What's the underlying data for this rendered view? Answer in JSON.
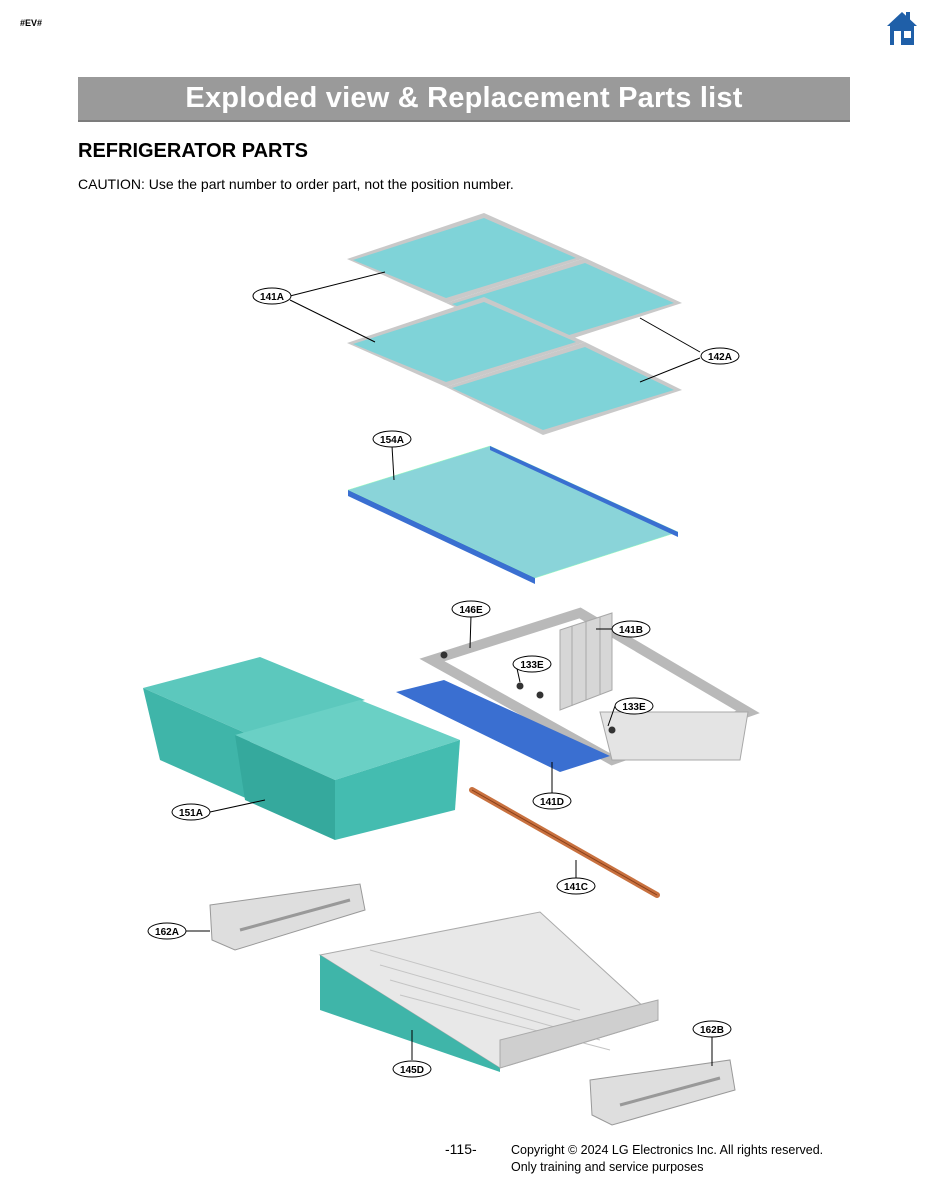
{
  "header": {
    "tag": "#EV#",
    "home_icon": "home-icon",
    "accent": "#1f5fa8"
  },
  "banner": {
    "title": "Exploded view & Replacement Parts list",
    "bg": "#9a9a9a"
  },
  "section_title": "REFRIGERATOR PARTS",
  "caution": "CAUTION: Use the part number to order part, not the position number.",
  "callouts": {
    "c141A": "141A",
    "c142A": "142A",
    "c154A": "154A",
    "c146E": "146E",
    "c141B": "141B",
    "c133E_1": "133E",
    "c133E_2": "133E",
    "c151A": "151A",
    "c141D": "141D",
    "c141C": "141C",
    "c162A": "162A",
    "c162B": "162B",
    "c145D": "145D"
  },
  "colors": {
    "glass": "#7fd3d8",
    "frame": "#c9c9c9",
    "crisper": "#3fb5a9",
    "cover": "#3a6fd1",
    "rod": "#c8713f"
  },
  "footer": {
    "page": "-115-",
    "copyright": "Copyright © 2024 LG Electronics Inc. All rights reserved.",
    "note": "Only training and service purposes"
  }
}
